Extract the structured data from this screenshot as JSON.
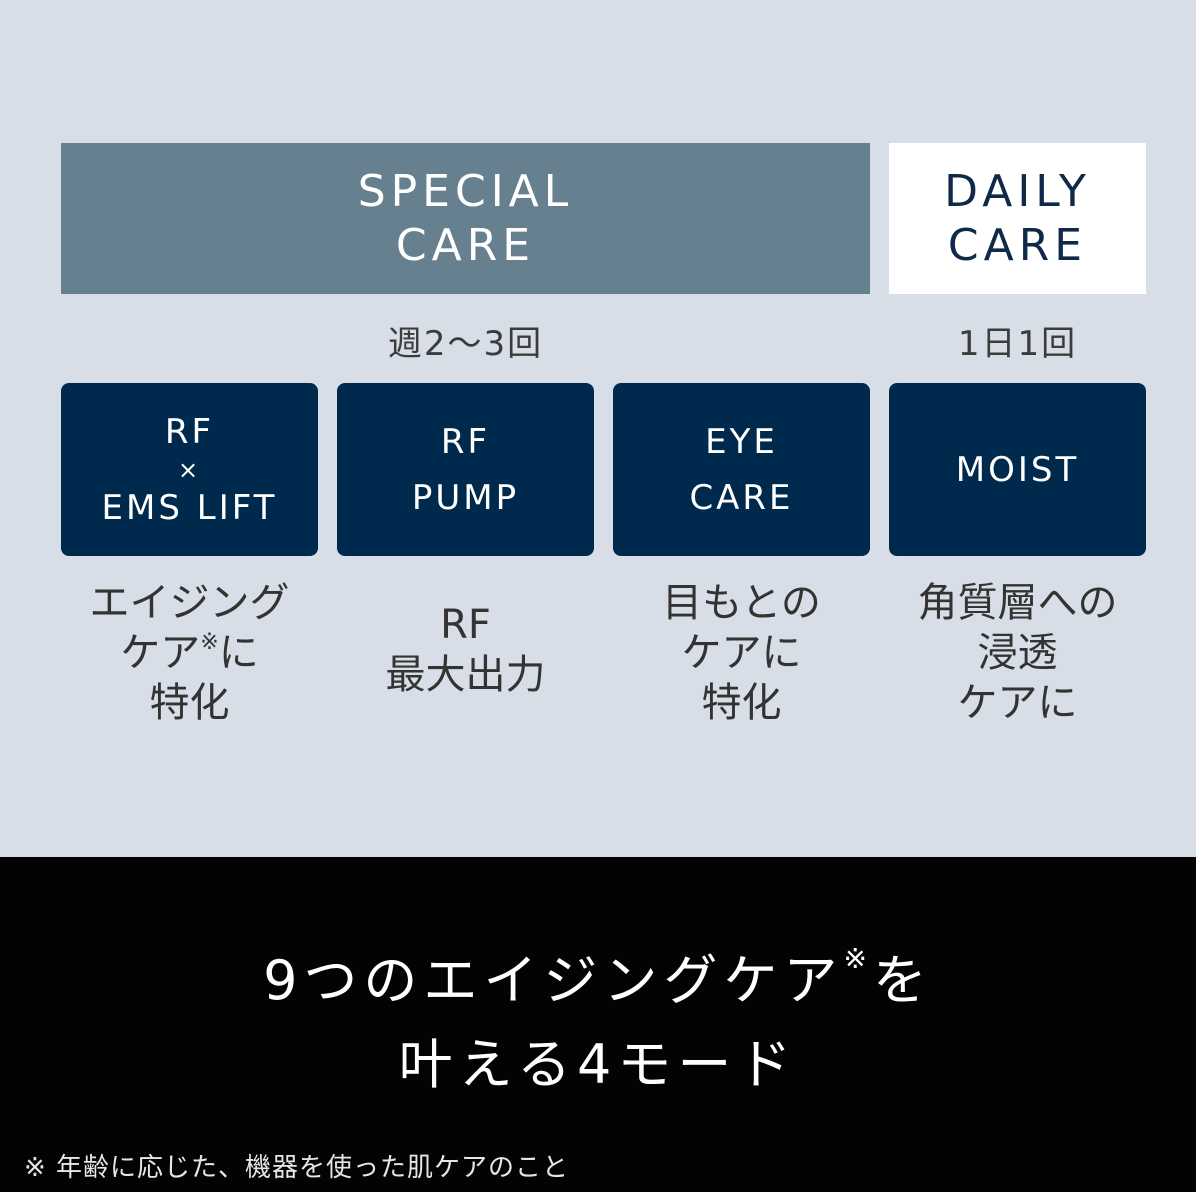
{
  "banners": {
    "special": {
      "line1": "SPECIAL",
      "line2": "CARE",
      "frequency": "週2〜3回"
    },
    "daily": {
      "line1": "DAILY",
      "line2": "CARE",
      "frequency": "1日1回"
    }
  },
  "modes": [
    {
      "label_lines": [
        "RF",
        "×",
        "EMS LIFT"
      ],
      "desc_lines": [
        "エイジング",
        "ケア",
        "※",
        "に",
        "特化"
      ]
    },
    {
      "label_lines": [
        "RF",
        "PUMP"
      ],
      "desc_lines": [
        "RF",
        "最大出力"
      ]
    },
    {
      "label_lines": [
        "EYE",
        "CARE"
      ],
      "desc_lines": [
        "目もとの",
        "ケアに",
        "特化"
      ]
    },
    {
      "label_lines": [
        "MOIST"
      ],
      "desc_lines": [
        "角質層への",
        "浸透",
        "ケアに"
      ]
    }
  ],
  "headline": {
    "line1_a": "9つのエイジングケア",
    "mark": "※",
    "line1_b": "を",
    "line2": "叶える4モード"
  },
  "footnote": "※ 年齢に応じた、機器を使った肌ケアのこと",
  "colors": {
    "background": "#d8dee7",
    "special_banner": "#67808f",
    "daily_banner": "#ffffff",
    "card": "#002a4d",
    "bottom": "#030303"
  }
}
